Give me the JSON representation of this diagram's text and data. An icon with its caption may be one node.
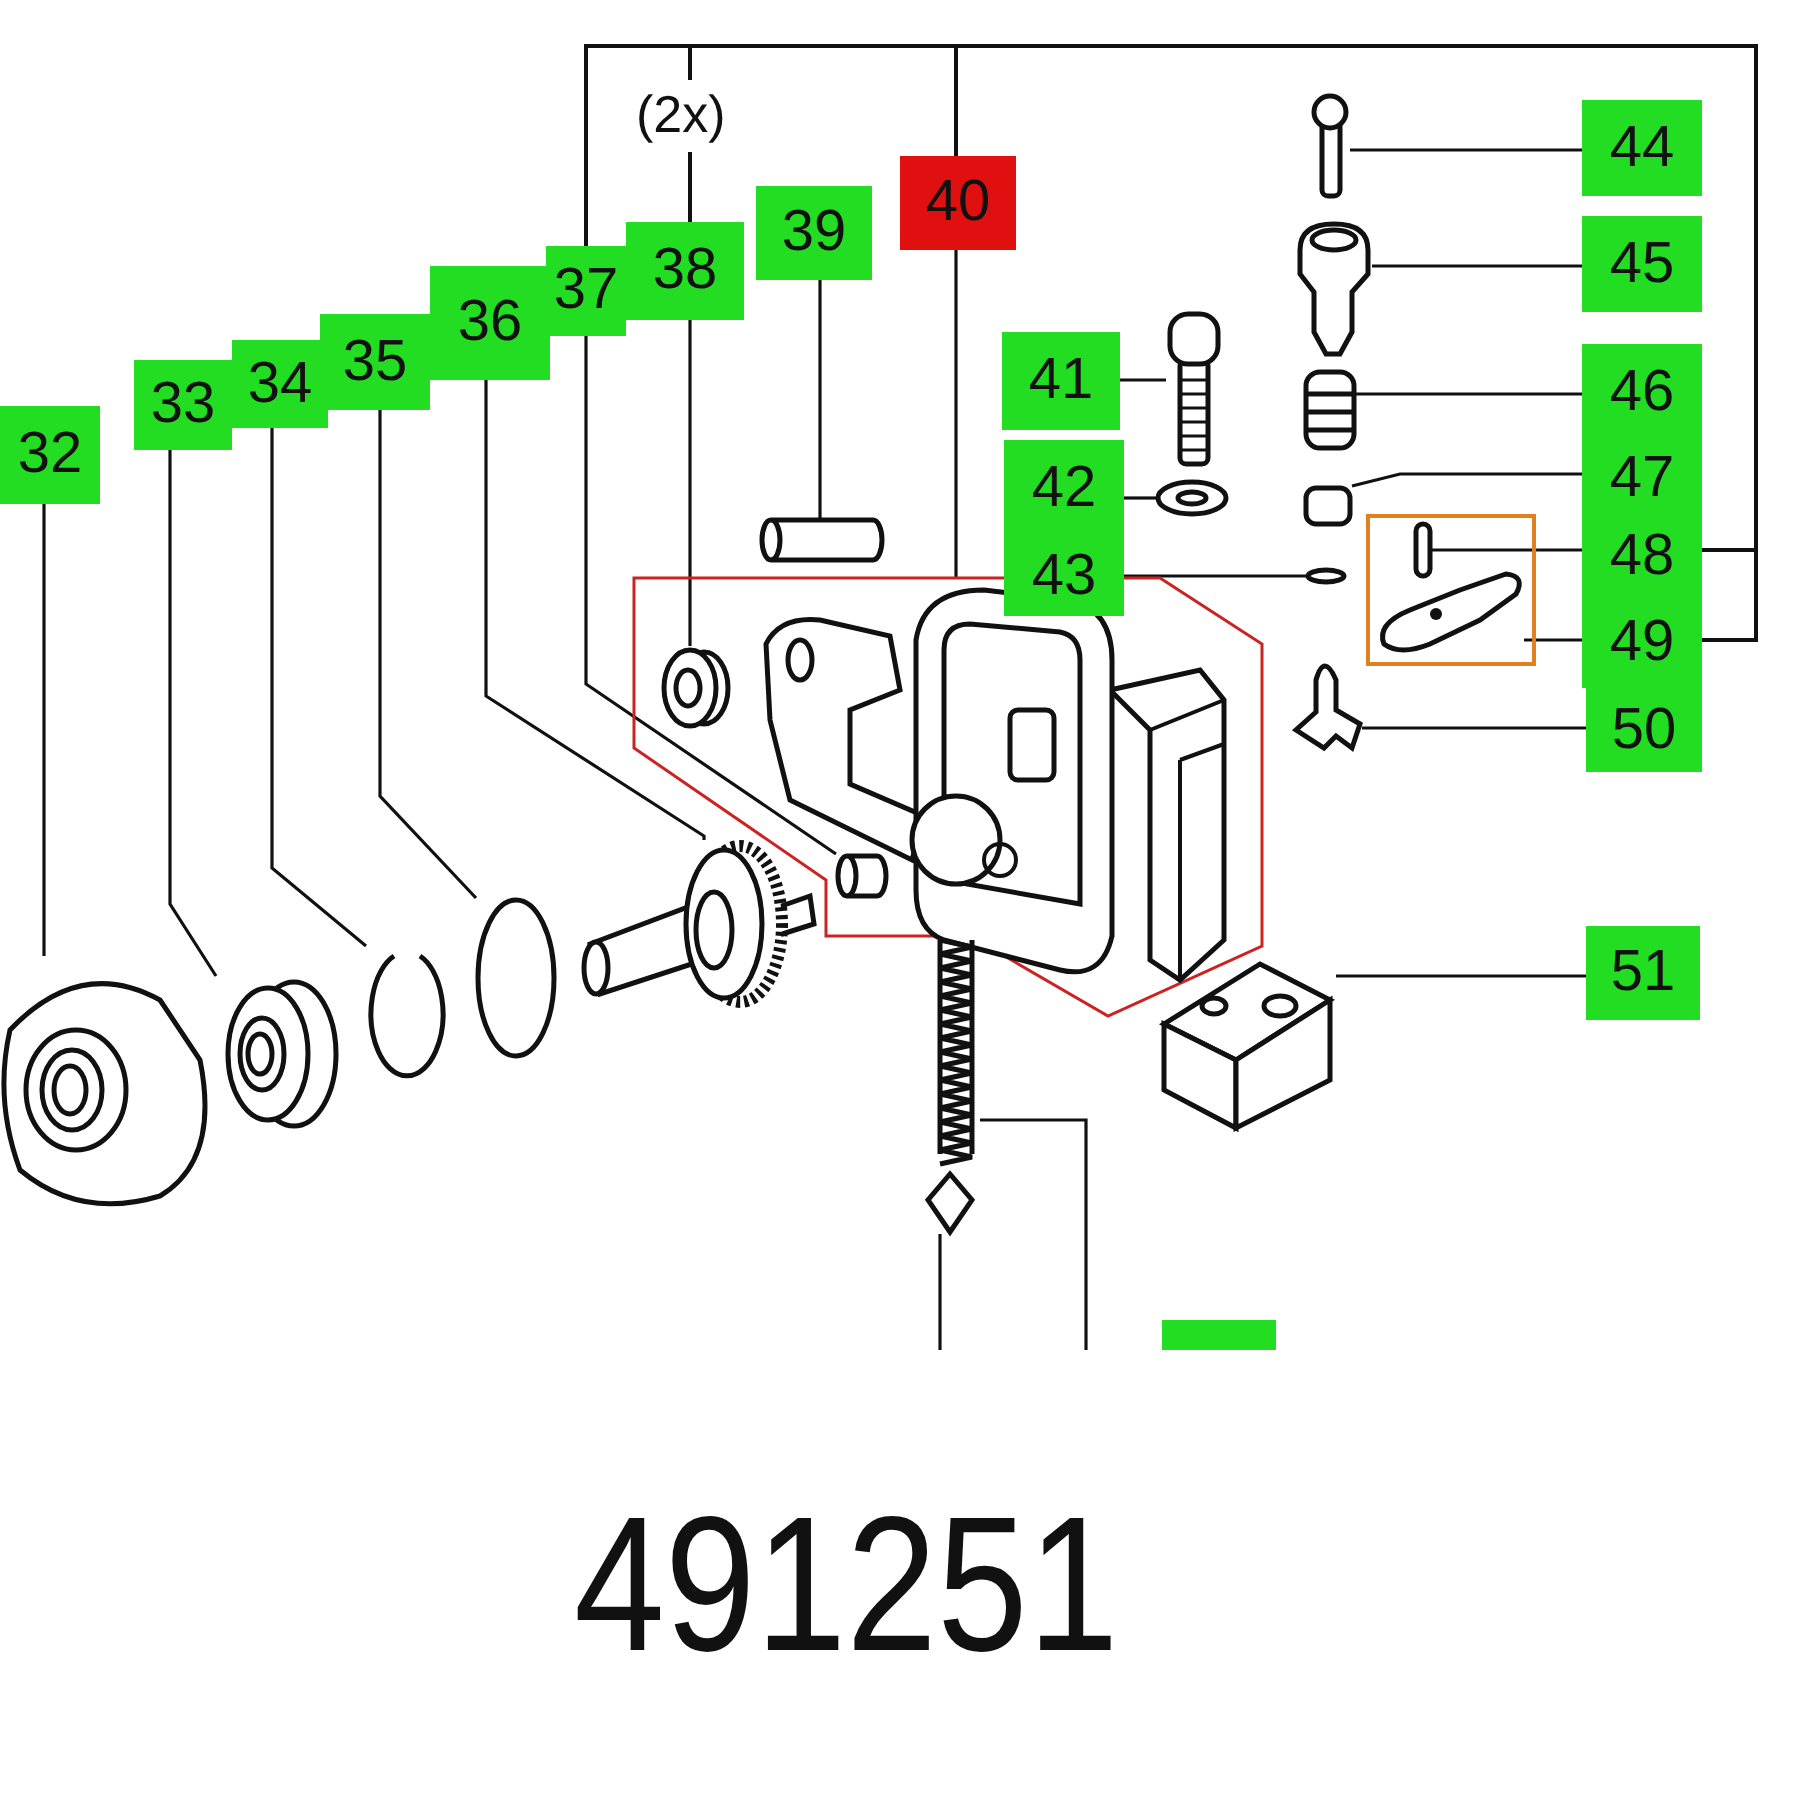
{
  "diagram": {
    "nodes": [
      {
        "text": [
          "32"
        ]
      },
      {
        "text": [
          "33"
        ]
      },
      {
        "text": [
          "34"
        ]
      },
      {
        "text": [
          "35"
        ]
      },
      {
        "text": [
          "36"
        ]
      },
      {
        "text": [
          "37"
        ]
      },
      {
        "text": [
          "38"
        ]
      },
      {
        "text": [
          "39"
        ]
      },
      {
        "text": [
          "40"
        ]
      },
      {
        "text": [
          "41"
        ]
      },
      {
        "text": [
          "42"
        ]
      },
      {
        "text": [
          "43"
        ]
      },
      {
        "text": [
          "44"
        ]
      },
      {
        "text": [
          "45"
        ]
      },
      {
        "text": [
          "46"
        ]
      },
      {
        "text": [
          "47"
        ]
      },
      {
        "text": [
          "48"
        ]
      },
      {
        "text": [
          "49"
        ]
      },
      {
        "text": [
          "50"
        ]
      },
      {
        "text": [
          "51"
        ]
      },
      {
        "text": [],
        "shape": "picture"
      },
      {
        "text": [],
        "shape": "picture"
      },
      {
        "text": [],
        "shape": "picture"
      },
      {
        "text": [],
        "shape": "circle"
      },
      {
        "text": [],
        "shape": "picture"
      },
      {
        "text": [],
        "shape": "picture"
      },
      {
        "text": [],
        "shape": "cylinder",
        "in": 25
      },
      {
        "text": [],
        "shape": "picture",
        "in": 25
      },
      {
        "text": [],
        "shape": "cylinder"
      },
      {
        "text": [],
        "shape": "picture"
      },
      {
        "text": [],
        "shape": "picture"
      },
      {
        "text": [],
        "shape": "circle"
      },
      {
        "text": [],
        "shape": "picture"
      },
      {
        "text": [],
        "shape": "picture"
      },
      {
        "text": [],
        "shape": "picture"
      },
      {
        "text": [],
        "shape": "box"
      },
      {
        "text": [],
        "shape": "box"
      },
      {
        "text": [],
        "shape": "bar",
        "in": 36
      },
      {
        "text": [],
        "shape": "picture",
        "in": 36
      },
      {
        "text": [],
        "shape": "picture"
      },
      {
        "text": [],
        "shape": "picture"
      },
      {
        "text": [],
        "shape": "picture"
      },
      {
        "text": [],
        "shape": "picture"
      }
    ],
    "edges": [
      {
        "from": 0,
        "to": 20,
        "arrow": "none"
      },
      {
        "from": 1,
        "to": 21,
        "arrow": "none"
      },
      {
        "from": 2,
        "to": 22,
        "arrow": "none"
      },
      {
        "from": 3,
        "to": 23,
        "arrow": "none"
      },
      {
        "from": 4,
        "to": 24,
        "arrow": "none"
      },
      {
        "from": 5,
        "to": 26,
        "arrow": "none"
      },
      {
        "from": 6,
        "to": 27,
        "arrow": "none"
      },
      {
        "from": 7,
        "to": 28,
        "arrow": "none"
      },
      {
        "from": 8,
        "to": 25,
        "arrow": "none"
      },
      {
        "from": 9,
        "to": 29,
        "arrow": "none"
      },
      {
        "from": 10,
        "to": 30,
        "arrow": "none"
      },
      {
        "from": 11,
        "to": 31,
        "arrow": "none"
      },
      {
        "from": 12,
        "to": 32,
        "arrow": "none"
      },
      {
        "from": 13,
        "to": 33,
        "arrow": "none"
      },
      {
        "from": 14,
        "to": 34,
        "arrow": "none"
      },
      {
        "from": 15,
        "to": 35,
        "arrow": "none"
      },
      {
        "from": 16,
        "to": 37,
        "arrow": "none"
      },
      {
        "from": 17,
        "to": 38,
        "arrow": "none"
      },
      {
        "from": 18,
        "to": 39,
        "arrow": "none"
      },
      {
        "from": 19,
        "to": 40,
        "arrow": "none"
      },
      {
        "from": 41,
        "to": null,
        "arrow": "none"
      },
      {
        "from": 42,
        "to": null,
        "arrow": "none"
      }
    ],
    "labels": [
      "(2x)",
      "491251"
    ]
  }
}
